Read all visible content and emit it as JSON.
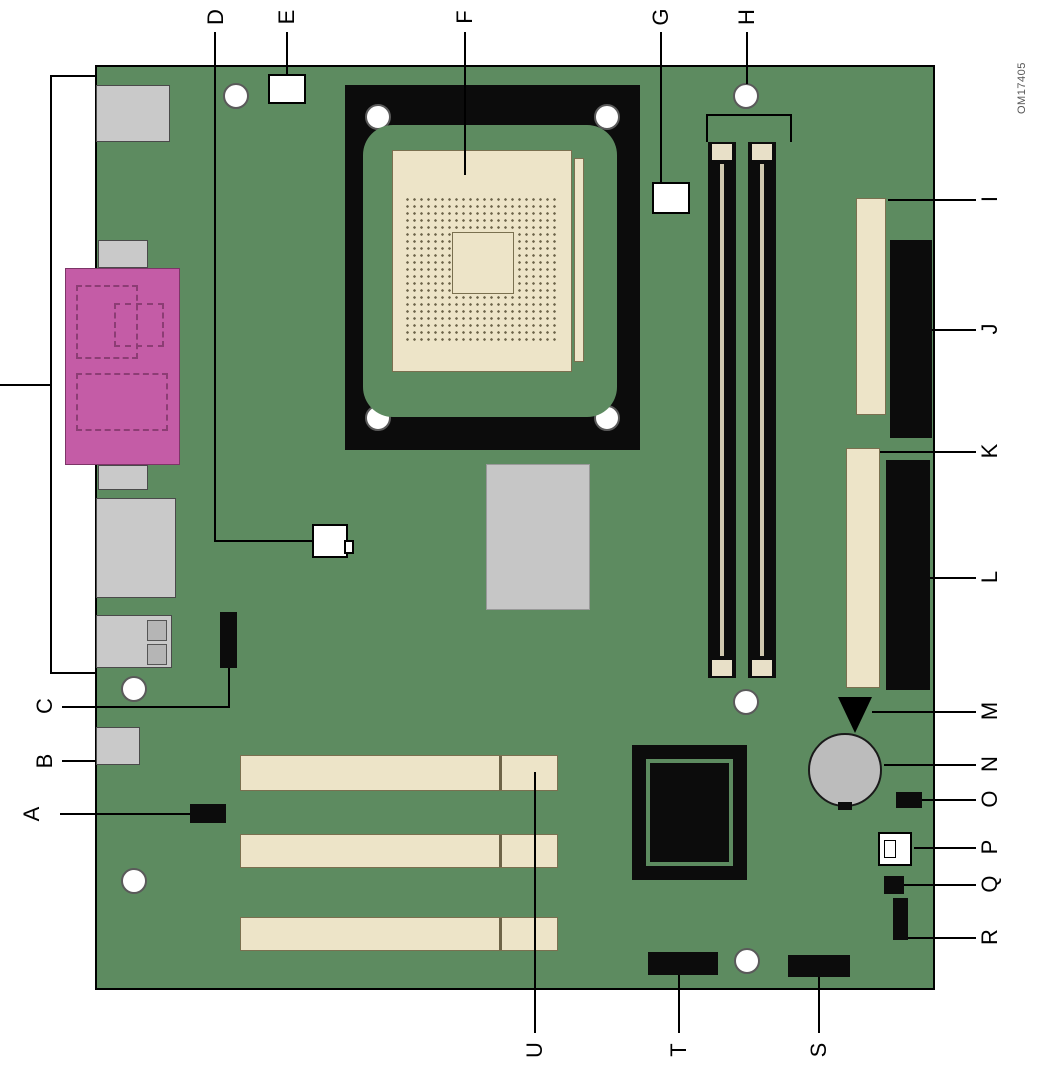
{
  "figure": {
    "code": "OM17405"
  },
  "colors": {
    "board-green": "#5d8b60",
    "slot-tan": "#ede4c8",
    "io-gray": "#c9c9c9",
    "magenta": "#c45ca6",
    "chip-black": "#0c0c0c",
    "battery-gray": "#bcbcbc"
  },
  "callouts": {
    "A": "A",
    "B": "B",
    "C": "C",
    "D": "D",
    "E": "E",
    "F": "F",
    "G": "G",
    "H": "H",
    "I": "I",
    "J": "J",
    "K": "K",
    "L": "L",
    "M": "M",
    "N": "N",
    "O": "O",
    "P": "P",
    "Q": "Q",
    "R": "R",
    "S": "S",
    "T": "T",
    "U": "U"
  }
}
